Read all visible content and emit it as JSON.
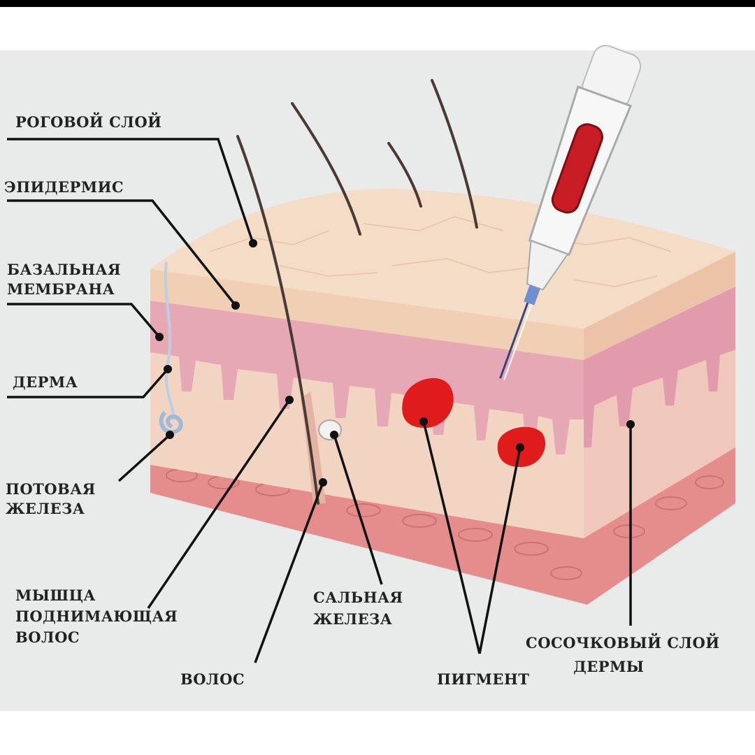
{
  "colors": {
    "background": "#e9eaea",
    "epidermis_top": "#f4dcc6",
    "epidermis_front": "#f0cfb5",
    "basal": "#e7a8b6",
    "dermis": "#f2d4c2",
    "hypodermis": "#e58d8c",
    "pigment": "#e01b1b",
    "leader_line": "#111111",
    "label_text": "#222222"
  },
  "icons": [
    "tattoo-machine-icon",
    "hair-icon",
    "pigment-dot-icon"
  ],
  "labels": {
    "stratum_corneum": "РОГОВОЙ СЛОЙ",
    "epidermis": "ЭПИДЕРМИС",
    "basal_membrane": [
      "БАЗАЛЬНАЯ",
      "МЕМБРАНА"
    ],
    "dermis": "ДЕРМА",
    "sweat_gland": [
      "ПОТОВАЯ",
      "ЖЕЛЕЗА"
    ],
    "arrector_muscle": [
      "МЫШЦА",
      "ПОДНИМАЮЩАЯ",
      "ВОЛОС"
    ],
    "sebaceous_gland": [
      "САЛЬНАЯ",
      "ЖЕЛЕЗА"
    ],
    "hair": "ВОЛОС",
    "pigment": "ПИГМЕНТ",
    "papillary_layer": [
      "СОСОЧКОВЫЙ СЛОЙ",
      "ДЕРМЫ"
    ]
  }
}
